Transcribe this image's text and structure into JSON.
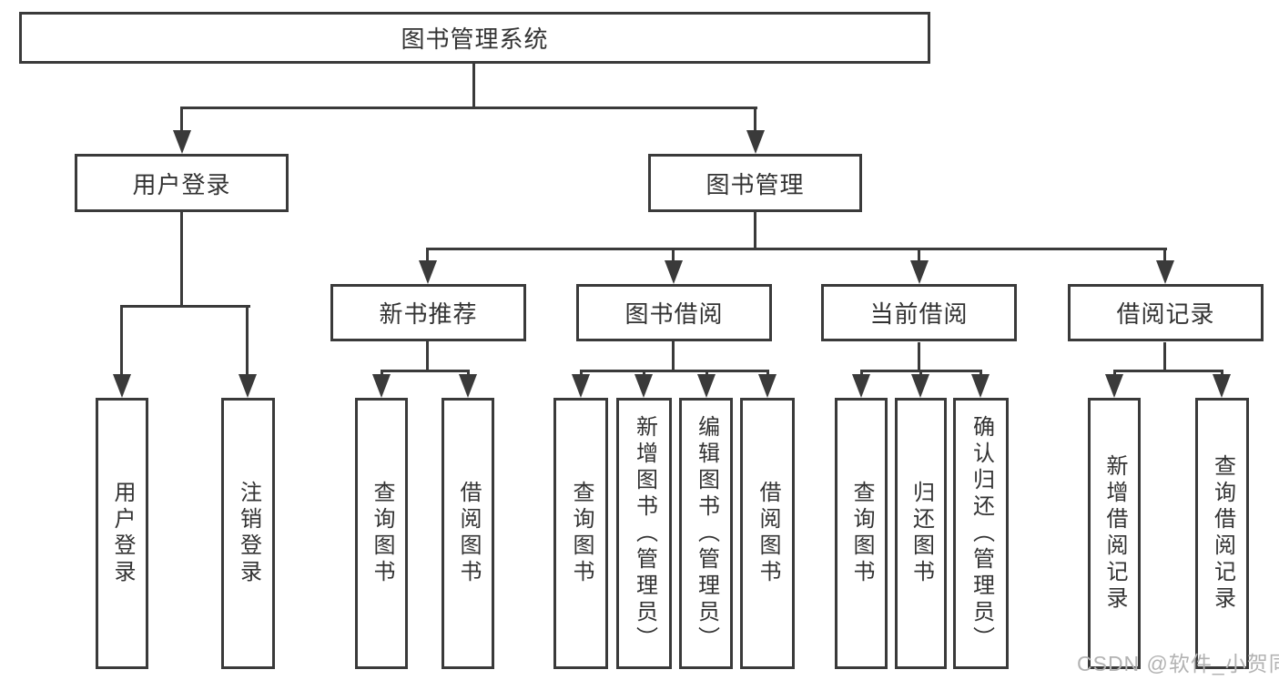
{
  "diagram": {
    "root": "图书管理系统",
    "level2": {
      "user_login": "用户登录",
      "book_mgmt": "图书管理"
    },
    "level3": {
      "new_book": "新书推荐",
      "book_borrow": "图书借阅",
      "current_borrow": "当前借阅",
      "borrow_record": "借阅记录"
    },
    "leaves": {
      "user_login_login": "用户登录",
      "user_login_logout": "注销登录",
      "new_book_query": "查询图书",
      "new_book_borrow": "借阅图书",
      "book_borrow_query": "查询图书",
      "book_borrow_add": "新增图书（管理员）",
      "book_borrow_edit": "编辑图书（管理员）",
      "book_borrow_borrow": "借阅图书",
      "current_borrow_query": "查询图书",
      "current_borrow_return": "归还图书",
      "current_borrow_confirm": "确认归还（管理员）",
      "borrow_record_add": "新增借阅记录",
      "borrow_record_query": "查询借阅记录"
    }
  },
  "watermark": "CSDN @软件_小贺同学",
  "colors": {
    "line": "#3a3a3a",
    "text": "#333333",
    "watermark": "#b3b3b3",
    "background": "#ffffff"
  }
}
